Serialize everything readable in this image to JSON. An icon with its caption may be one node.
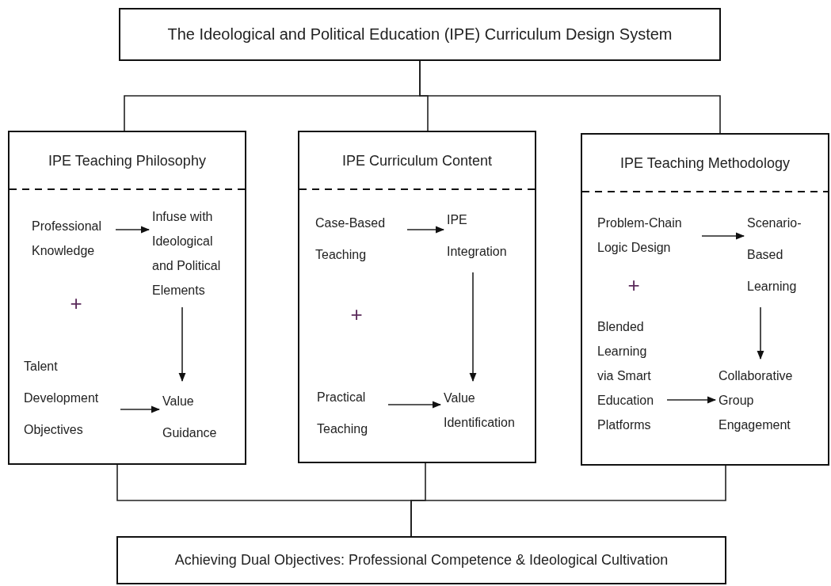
{
  "diagram": {
    "nodes": [
      {
        "text": [
          "The Ideological and Political Education (IPE) Curriculum Design System"
        ]
      },
      {
        "text": [
          "IPE Teaching Philosophy"
        ]
      },
      {
        "text": [
          "Professional Knowledge"
        ],
        "in": 1
      },
      {
        "text": [
          "Infuse with Ideological and Political Elements"
        ],
        "in": 1
      },
      {
        "text": [
          "Talent Development Objectives"
        ],
        "in": 1
      },
      {
        "text": [
          "Value Guidance"
        ],
        "in": 1
      },
      {
        "text": [
          "IPE Curriculum Content"
        ]
      },
      {
        "text": [
          "Case-Based Teaching"
        ],
        "in": 6
      },
      {
        "text": [
          "IPE Integration"
        ],
        "in": 6
      },
      {
        "text": [
          "Practical Teaching"
        ],
        "in": 6
      },
      {
        "text": [
          "Value Identification"
        ],
        "in": 6
      },
      {
        "text": [
          "IPE Teaching Methodology"
        ]
      },
      {
        "text": [
          "Problem-Chain Logic Design"
        ],
        "in": 11
      },
      {
        "text": [
          "Scenario-Based Learning"
        ],
        "in": 11
      },
      {
        "text": [
          "Blended Learning via Smart Education Platforms"
        ],
        "in": 11
      },
      {
        "text": [
          "Collaborative Group Engagement"
        ],
        "in": 11
      },
      {
        "text": [
          "Achieving Dual Objectives: Professional Competence & Ideological Cultivation"
        ]
      }
    ],
    "edges": [
      {
        "from": 0,
        "to": 1,
        "arrow": "none"
      },
      {
        "from": 0,
        "to": 6,
        "arrow": "none"
      },
      {
        "from": 0,
        "to": 11,
        "arrow": "none"
      },
      {
        "from": 2,
        "to": 3,
        "arrow": "to"
      },
      {
        "from": 3,
        "to": 5,
        "arrow": "to"
      },
      {
        "from": 4,
        "to": 5,
        "arrow": "to"
      },
      {
        "from": 7,
        "to": 8,
        "arrow": "to"
      },
      {
        "from": 8,
        "to": 10,
        "arrow": "to"
      },
      {
        "from": 9,
        "to": 10,
        "arrow": "to"
      },
      {
        "from": 12,
        "to": 13,
        "arrow": "to"
      },
      {
        "from": 13,
        "to": 15,
        "arrow": "to"
      },
      {
        "from": 14,
        "to": 15,
        "arrow": "to"
      },
      {
        "from": 1,
        "to": 16,
        "arrow": "none"
      },
      {
        "from": 6,
        "to": 16,
        "arrow": "none"
      },
      {
        "from": 11,
        "to": 16,
        "arrow": "none"
      }
    ],
    "labels": [
      "+",
      "+",
      "+"
    ]
  }
}
